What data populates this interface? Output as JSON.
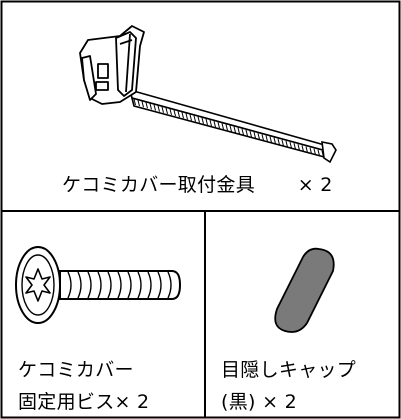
{
  "parts": {
    "top": {
      "name": "ケコミカバー取付金具",
      "qty": "× 2",
      "icon": "cover-bracket-icon"
    },
    "bottom_left": {
      "line1": "ケコミカバー",
      "line2": "固定用ビス× 2",
      "icon": "screw-icon"
    },
    "bottom_right": {
      "line1": "目隠しキャップ",
      "line2": "(黒) × 2",
      "icon": "cap-icon",
      "cap_color": "#7a7a7a"
    }
  },
  "colors": {
    "border": "#000000",
    "cap": "#7a7a7a"
  }
}
